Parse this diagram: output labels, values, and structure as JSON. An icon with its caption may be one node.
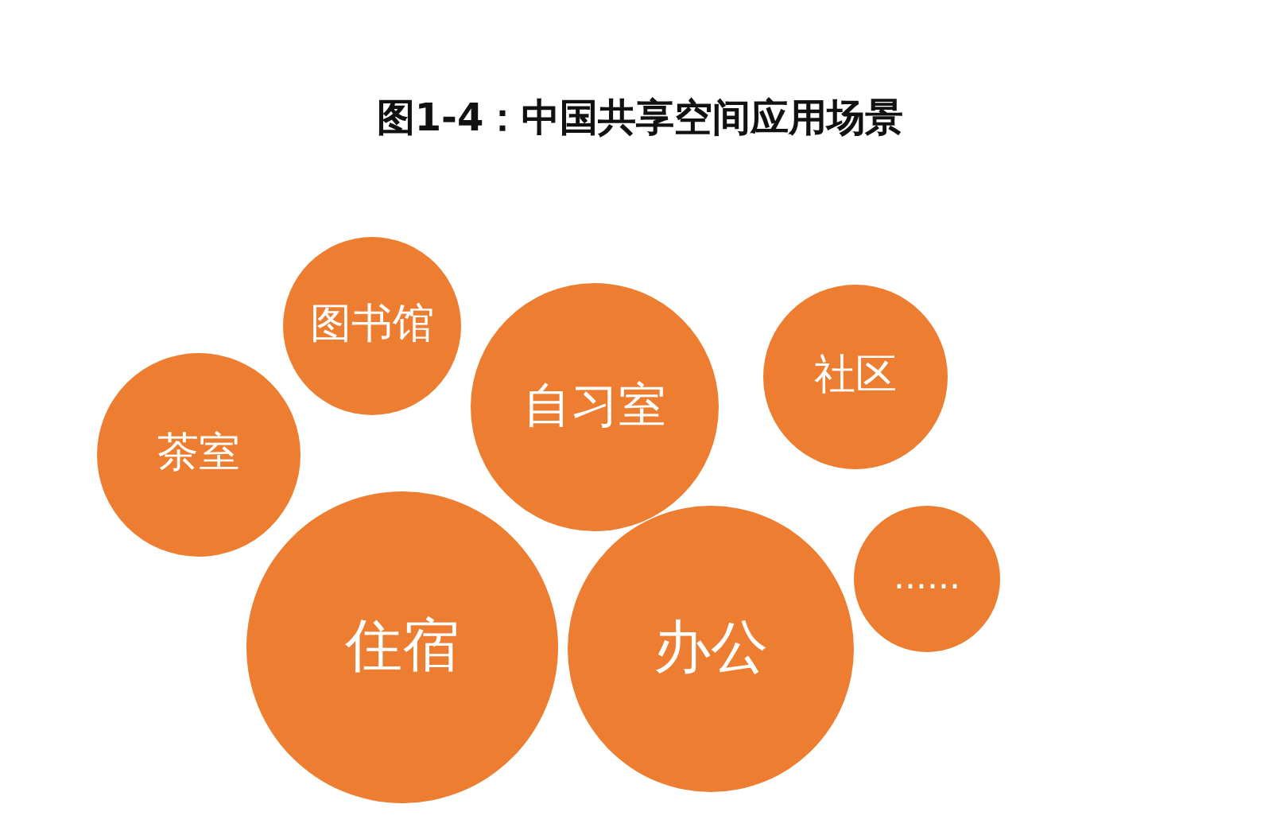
{
  "diagram": {
    "title": "图1-4：中国共享空间应用场景",
    "nodes": [
      {
        "text": [
          "茶室"
        ]
      },
      {
        "text": [
          "图书馆"
        ]
      },
      {
        "text": [
          "自习室"
        ]
      },
      {
        "text": [
          "社区"
        ]
      },
      {
        "text": [
          "住宿"
        ]
      },
      {
        "text": [
          "办公"
        ]
      },
      {
        "text": [
          "......"
        ]
      }
    ]
  }
}
